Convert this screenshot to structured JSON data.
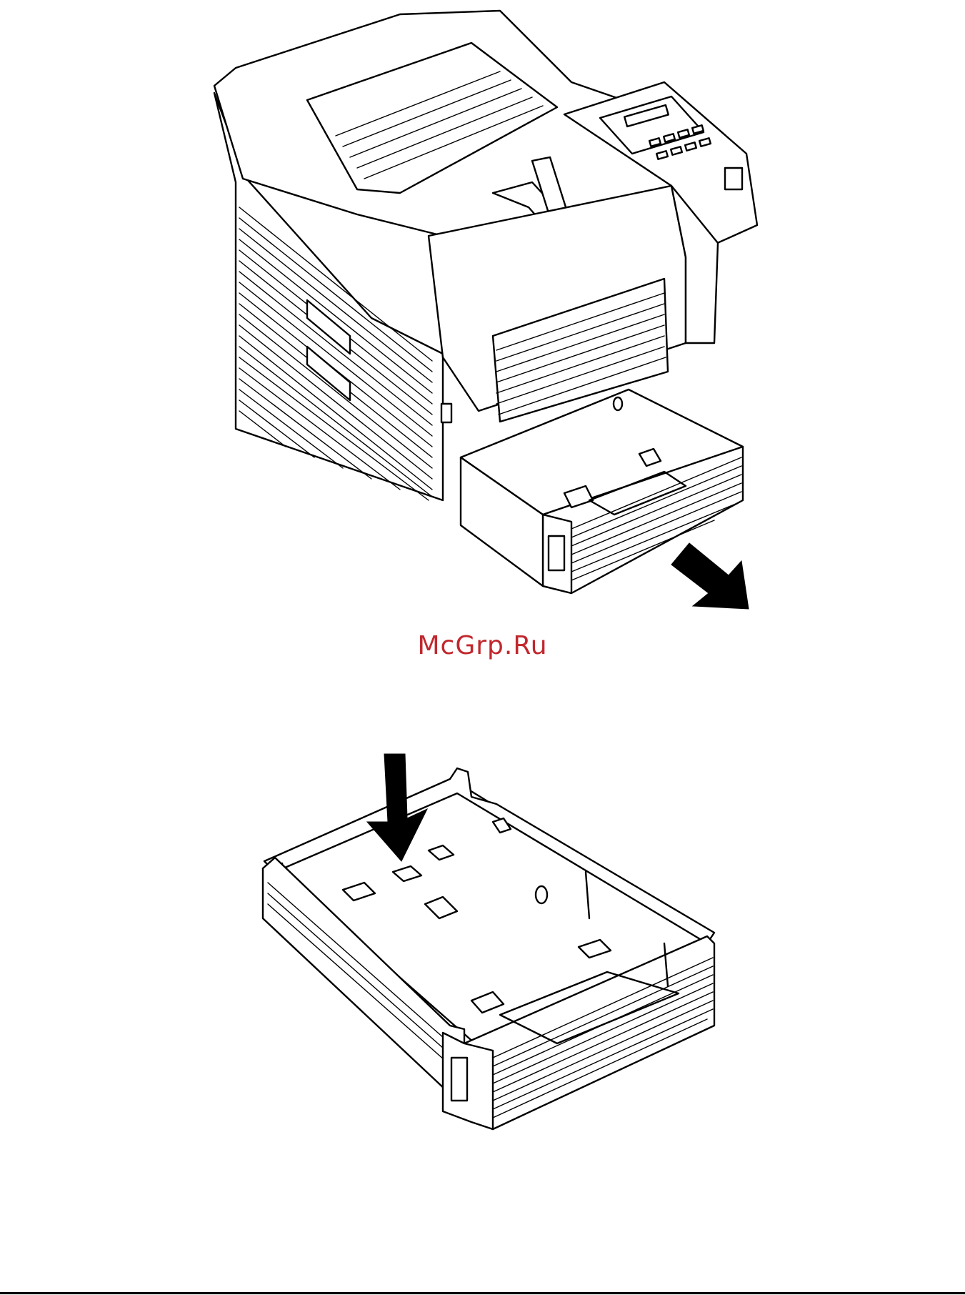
{
  "watermark": {
    "text": "McGrp.Ru",
    "color": "#c1272d"
  },
  "illustrations": [
    {
      "id": "printer-tray-removal",
      "arrow_direction": "down-right"
    },
    {
      "id": "paper-tray-insert",
      "arrow_direction": "down"
    }
  ],
  "colors": {
    "line": "#000000",
    "background": "#ffffff"
  }
}
